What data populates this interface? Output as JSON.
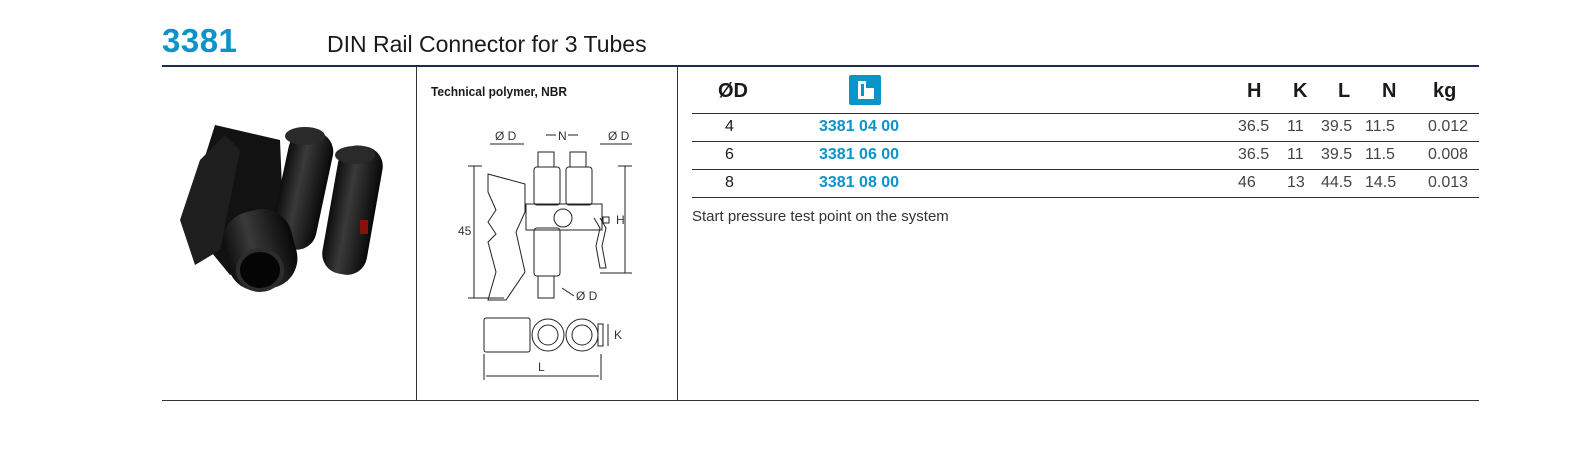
{
  "header": {
    "code": "3381",
    "title": "DIN Rail Connector for 3 Tubes"
  },
  "material": "Technical polymer, NBR",
  "drawing_labels": {
    "od_top_left": "Ø D",
    "n": "N",
    "od_top_right": "Ø D",
    "h": "H",
    "height_45": "45",
    "od_bottom": "Ø D",
    "k": "K",
    "l": "L"
  },
  "table": {
    "headers": {
      "od": "ØD",
      "h": "H",
      "k": "K",
      "l": "L",
      "n": "N",
      "kg": "kg"
    },
    "icon": "catalog-reference-icon",
    "rows": [
      {
        "od": "4",
        "part": "3381 04 00",
        "h": "36.5",
        "k": "11",
        "l": "39.5",
        "n": "11.5",
        "kg": "0.012"
      },
      {
        "od": "6",
        "part": "3381 06 00",
        "h": "36.5",
        "k": "11",
        "l": "39.5",
        "n": "11.5",
        "kg": "0.008"
      },
      {
        "od": "8",
        "part": "3381 08 00",
        "h": "46",
        "k": "13",
        "l": "44.5",
        "n": "14.5",
        "kg": "0.013"
      }
    ],
    "note": "Start pressure test point on the system"
  },
  "colors": {
    "accent": "#0c93c8",
    "rule": "#1c2b4f"
  }
}
